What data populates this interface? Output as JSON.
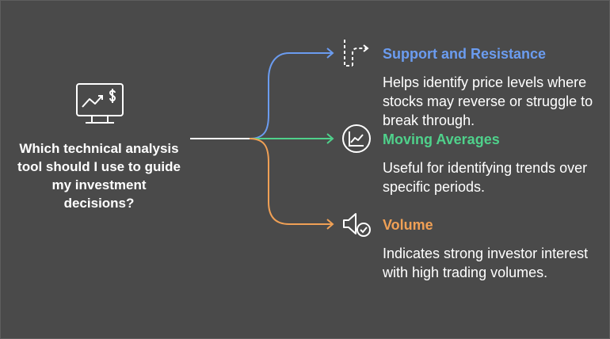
{
  "question": "Which technical analysis tool should I use to guide my investment decisions?",
  "options": [
    {
      "title": "Support and Resistance",
      "description": "Helps identify price levels where stocks may reverse or struggle to break through.",
      "color": "#6b9cf0",
      "icon": "dashed-turn-arrow-icon"
    },
    {
      "title": "Moving Averages",
      "description": "Useful for identifying trends over specific periods.",
      "color": "#4fd18b",
      "icon": "line-chart-circle-icon"
    },
    {
      "title": "Volume",
      "description": "Indicates strong investor interest with high trading volumes.",
      "color": "#f0a055",
      "icon": "speaker-check-icon"
    }
  ],
  "colors": {
    "background": "#4a4a4a",
    "text": "#ffffff",
    "stem": "#ffffff"
  }
}
